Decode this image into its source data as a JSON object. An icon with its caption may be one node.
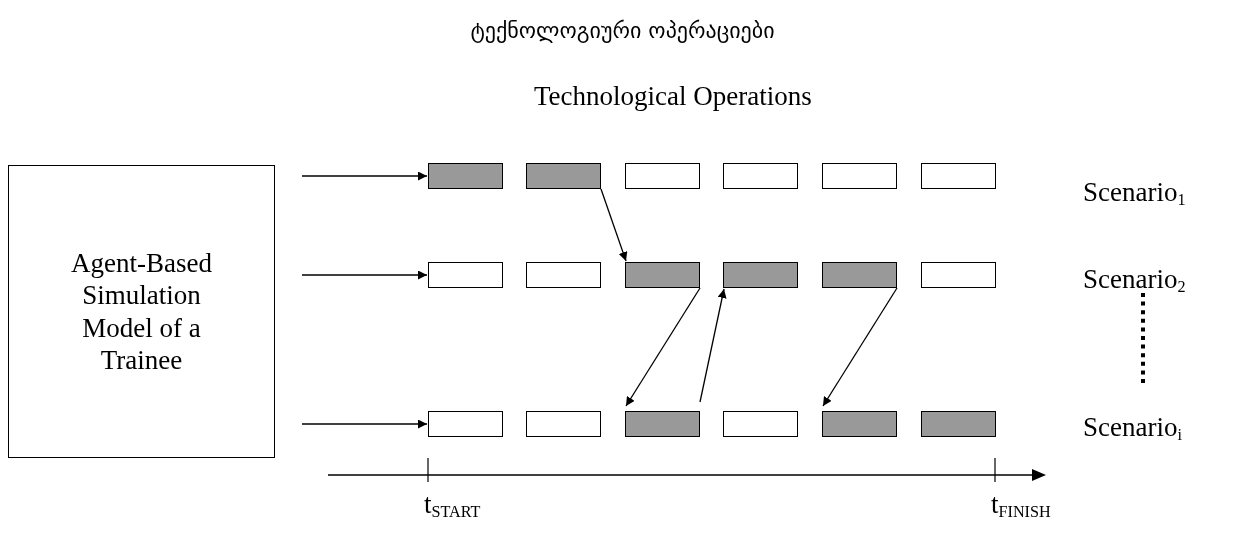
{
  "diagram": {
    "title": "ტექნოლოგიური ოპერაციები",
    "nodes": [
      {
        "text": [
          "Agent-Based Simulation Model of a Trainee"
        ]
      },
      {
        "text": [],
        "shape": "bar"
      },
      {
        "text": [],
        "shape": "bar"
      },
      {
        "text": [],
        "shape": "bar"
      },
      {
        "text": [],
        "shape": "bar"
      },
      {
        "text": [],
        "shape": "bar"
      },
      {
        "text": [],
        "shape": "bar"
      },
      {
        "text": [],
        "shape": "bar"
      },
      {
        "text": [],
        "shape": "bar"
      },
      {
        "text": [],
        "shape": "bar"
      },
      {
        "text": [],
        "shape": "bar"
      },
      {
        "text": [],
        "shape": "bar"
      },
      {
        "text": [],
        "shape": "bar"
      },
      {
        "text": [],
        "shape": "bar"
      },
      {
        "text": [],
        "shape": "bar"
      },
      {
        "text": [],
        "shape": "bar"
      },
      {
        "text": [],
        "shape": "bar"
      },
      {
        "text": [],
        "shape": "bar"
      },
      {
        "text": [],
        "shape": "bar"
      }
    ],
    "edges": [
      {
        "from": null,
        "to": 1,
        "arrow": "to"
      },
      {
        "from": null,
        "to": 7,
        "arrow": "to"
      },
      {
        "from": null,
        "to": 13,
        "arrow": "to"
      },
      {
        "from": 2,
        "to": 9,
        "arrow": "to"
      },
      {
        "from": 9,
        "to": 15,
        "arrow": "to"
      },
      {
        "from": 15,
        "to": 10,
        "arrow": "to"
      },
      {
        "from": 11,
        "to": 17,
        "arrow": "to"
      }
    ],
    "labels": [
      "Technological Operations",
      "Scenario$_{1}$",
      "Scenario$_{2}$",
      "Scenario$_{i}$",
      "t$_{START}$",
      "t$_{FINISH}$"
    ]
  }
}
